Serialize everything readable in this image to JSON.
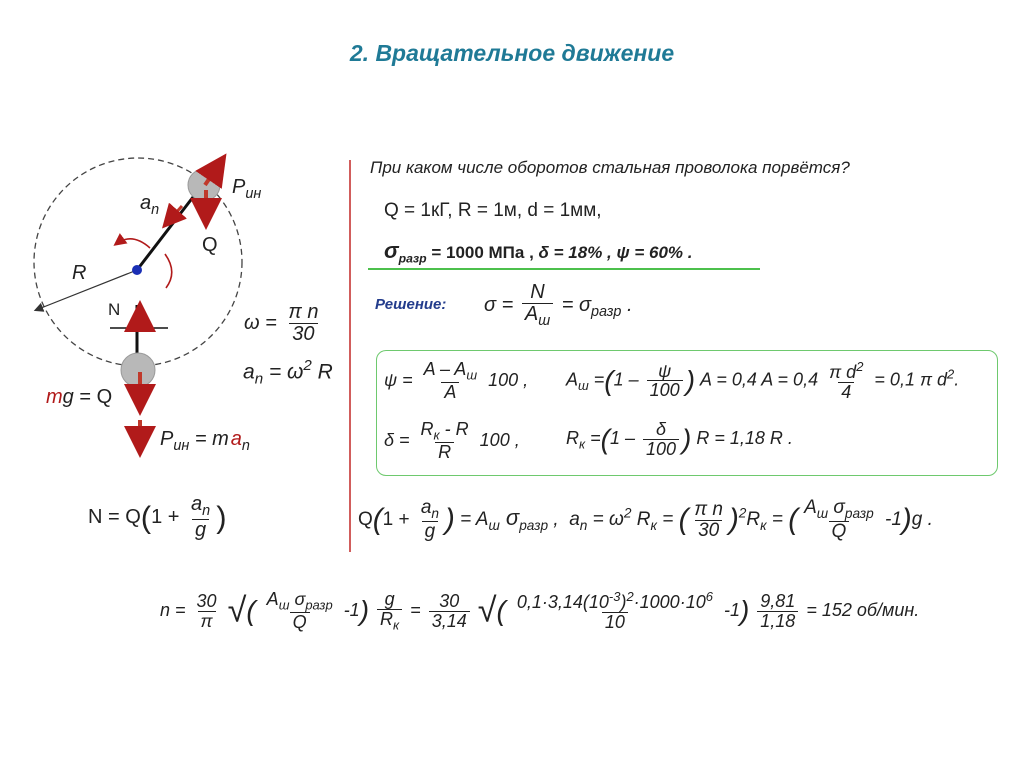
{
  "title": "2. Вращательное движение",
  "diagram": {
    "R": "R",
    "a_n": "a",
    "a_n_sub": "n",
    "P_in": "P",
    "P_in_sub": "ин",
    "Q_top": "Q",
    "N": "N",
    "mg": "m",
    "g": "g",
    "eq_Q": " = Q",
    "P_in2": "P",
    "P_in2_sub": "ин",
    "eq_man": " = m",
    "a2": "a",
    "a2_sub": "n"
  },
  "left_formulas": {
    "omega_lhs": "ω =",
    "omega_num": "π n",
    "omega_den": "30",
    "an_lhs": "a",
    "an_sub": "n",
    "an_rhs": "= ω",
    "an_pow": "2",
    "an_R": " R",
    "N_lhs": "N = Q",
    "N_one": "1 +",
    "N_num": "a",
    "N_num_sub": "n",
    "N_den": "g"
  },
  "question": "При каком числе оборотов стальная проволока порвётся?",
  "given": {
    "line1": "Q = 1кГ,  R = 1м,  d = 1мм,",
    "sigma": "σ",
    "sigma_sub": "разр",
    "sigma_val": " = 1000 МПа ,",
    "delta": "  δ = 18% ,",
    "psi": "  ψ = 60% ."
  },
  "solution": {
    "label": "Решение:",
    "sigma_lhs": "σ =",
    "num": "N",
    "den": "A",
    "den_sub": "ш",
    "eq": "= σ",
    "eq_sub": "разр",
    "dot": " ."
  },
  "box": {
    "psi_lhs": "ψ =",
    "psi_num": "A – A",
    "psi_num_sub": "ш",
    "psi_den": "A",
    "psi_tail": "100 ,",
    "A_lhs": "A",
    "A_sub": "ш",
    "A_eq": " =",
    "A_one": "1 –",
    "A_num": "ψ",
    "A_den": "100",
    "A_tail": "A = 0,4 A = 0,4",
    "A_fnum": "π d",
    "A_fnum_pow": "2",
    "A_fden": "4",
    "A_end": "= 0,1 π d",
    "A_end_pow": "2",
    "A_end_dot": ".",
    "delta_lhs": "δ =",
    "delta_num": "R",
    "delta_num_sub": "к",
    "delta_num_tail": " - R",
    "delta_den": "R",
    "delta_tail": "100 ,",
    "R_lhs": "R",
    "R_sub": "к",
    "R_eq": " =",
    "R_one": "1 –",
    "R_num": "δ",
    "R_den": "100",
    "R_end": "R  = 1,18 R ."
  },
  "equation": {
    "Q": "Q",
    "one": "1 +",
    "num": "a",
    "num_sub": "n",
    "den": "g",
    "eq1": " = A",
    "eq1_sub": "ш",
    "sig": " σ",
    "sig_sub": "разр",
    "comma": " ,",
    "an": "a",
    "an_sub": "n",
    "an_eq": " = ω",
    "an_pow": "2",
    "rk": " R",
    "rk_sub": "к",
    "eq2": " =",
    "pin": "π n",
    "p30": "30",
    "pow": "2",
    "rk2": "R",
    "rk2_sub": "к",
    "eq3": " =",
    "an2": "A",
    "an2_sub": "ш",
    "sig2": " σ",
    "sig2_sub": "разр",
    "qden": "Q",
    "minus1": "-1",
    "g_end": "g ."
  },
  "final": {
    "n_lhs": "n =",
    "n30": "30",
    "npi": "π",
    "a_sh": "A",
    "a_sh_sub": "ш",
    "s_r": " σ",
    "s_r_sub": "разр",
    "qd": "Q",
    "m1": "-1",
    "g": "g",
    "rk": "R",
    "rk_sub": "к",
    "eq": "=",
    "c30": "30",
    "c314": "3,14",
    "big_num": "0,1·3,14(10",
    "big_num_pow": "-3",
    "big_num_tail": ")",
    "big_num_pow2": "2",
    "big_num_end": "·1000·10",
    "big_num_pow3": "6",
    "big_den": "10",
    "m2": "-1",
    "n981": "9,81",
    "d118": "1,18",
    "result": "= 152 об/мин."
  }
}
